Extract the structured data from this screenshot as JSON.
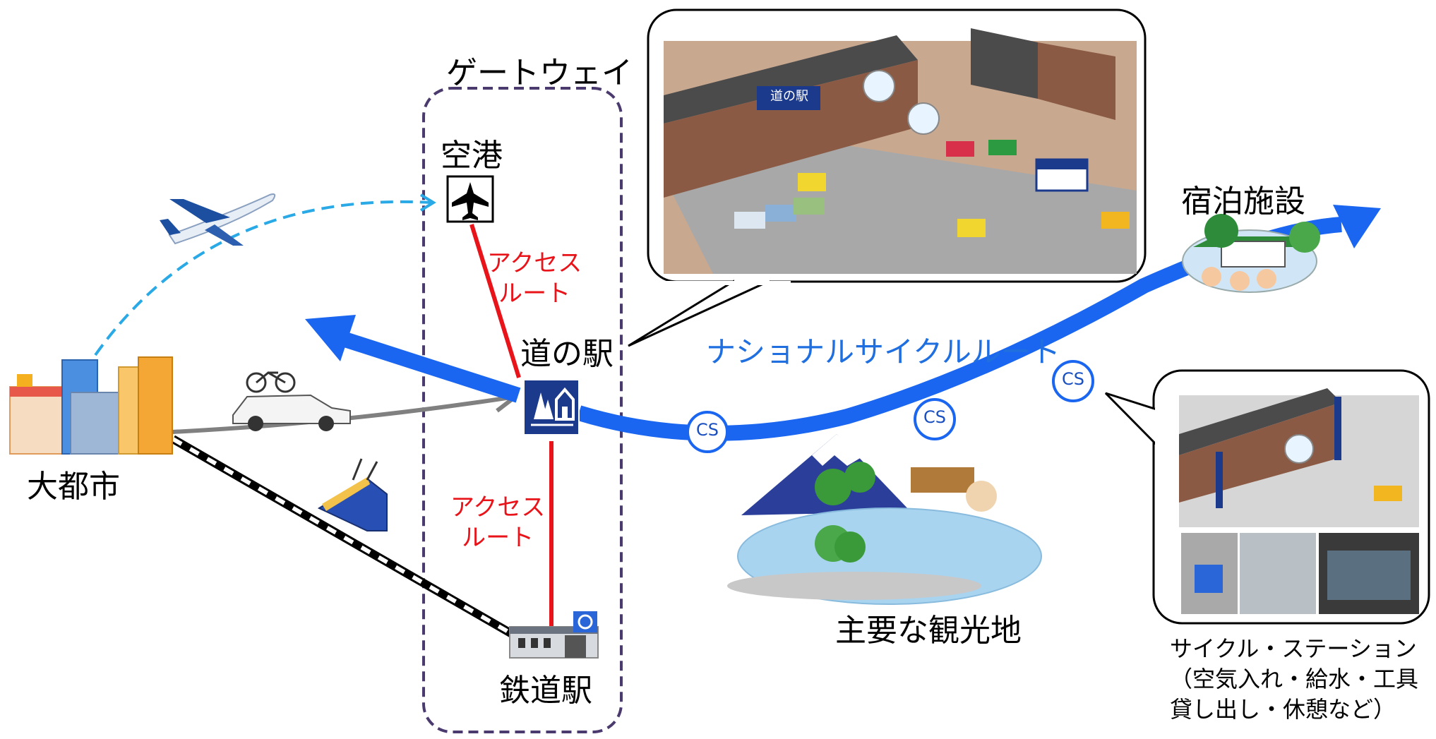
{
  "labels": {
    "gateway": "ゲートウェイ",
    "airport": "空港",
    "access_route_upper_1": "アクセス",
    "access_route_upper_2": "ルート",
    "michinoeki": "道の駅",
    "access_route_lower_1": "アクセス",
    "access_route_lower_2": "ルート",
    "station": "鉄道駅",
    "big_city": "大都市",
    "national_cycle_route": "ナショナルサイクルルート",
    "lodging": "宿泊施設",
    "tourist_spot": "主要な観光地",
    "cycle_station_title": "サイクル・ステーション",
    "cycle_station_desc_1": "（空気入れ・給水・工具",
    "cycle_station_desc_2": "貸し出し・休憩など）",
    "cs_1": "CS",
    "cs_2": "CS",
    "cs_3": "CS",
    "callout_sign": "道の駅"
  },
  "colors": {
    "cycle_route": "#1a66f0",
    "access_route": "#e8141a",
    "gateway_border": "#4a3a6e",
    "flight_path": "#29a9e6",
    "road_path": "#808080",
    "sign_blue": "#1b3a8c"
  }
}
